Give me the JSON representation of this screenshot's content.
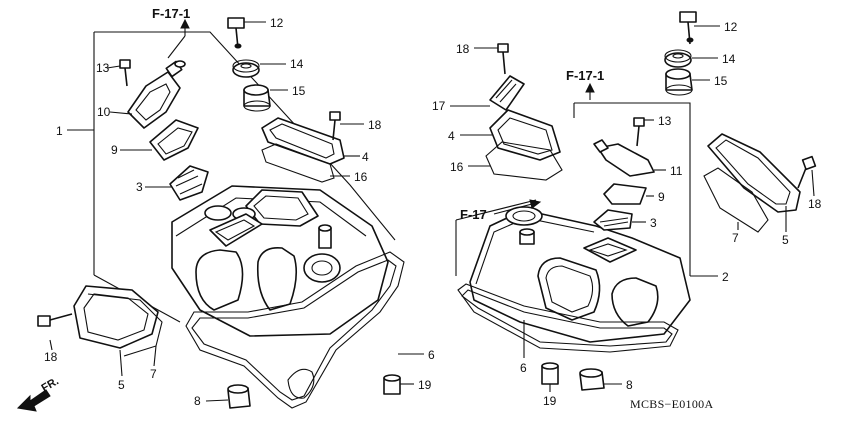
{
  "diagram": {
    "refs": {
      "left_top": "F-17-1",
      "right_top": "F-17-1",
      "right_mid": "F-17"
    },
    "labels": {
      "l1": "1",
      "l3": "3",
      "l4": "4",
      "l5": "5",
      "l6": "6",
      "l7": "7",
      "l8": "8",
      "l9": "9",
      "l10": "10",
      "l12": "12",
      "l13": "13",
      "l14": "14",
      "l15": "15",
      "l16": "16",
      "l18a": "18",
      "l18b": "18",
      "l19": "19",
      "r2": "2",
      "r3": "3",
      "r4": "4",
      "r5": "5",
      "r6": "6",
      "r7": "7",
      "r8": "8",
      "r9": "9",
      "r11": "11",
      "r12": "12",
      "r13": "13",
      "r14": "14",
      "r15": "15",
      "r16": "16",
      "r17": "17",
      "r18a": "18",
      "r18b": "18",
      "r19": "19"
    },
    "direction": "FR.",
    "code": "MCBS−E0100A"
  }
}
